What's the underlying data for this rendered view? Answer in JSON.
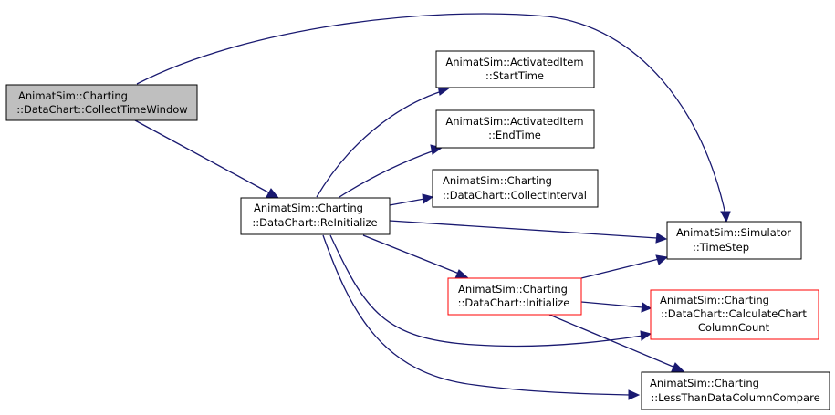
{
  "graph": {
    "colors": {
      "edge": "#191970",
      "root_fill": "#bfbfbf",
      "red_border": "#ff0000"
    },
    "nodes": {
      "collect_time_window": {
        "line1": "AnimatSim::Charting",
        "line2": "::DataChart::CollectTimeWindow"
      },
      "reinitialize": {
        "line1": "AnimatSim::Charting",
        "line2": "::DataChart::ReInitialize"
      },
      "start_time": {
        "line1": "AnimatSim::ActivatedItem",
        "line2": "::StartTime"
      },
      "end_time": {
        "line1": "AnimatSim::ActivatedItem",
        "line2": "::EndTime"
      },
      "collect_interval": {
        "line1": "AnimatSim::Charting",
        "line2": "::DataChart::CollectInterval"
      },
      "time_step": {
        "line1": "AnimatSim::Simulator",
        "line2": "::TimeStep"
      },
      "initialize": {
        "line1": "AnimatSim::Charting",
        "line2": "::DataChart::Initialize"
      },
      "calc_col_count": {
        "line1": "AnimatSim::Charting",
        "line2": "::DataChart::CalculateChart",
        "line3": "ColumnCount"
      },
      "less_than": {
        "line1": "AnimatSim::Charting",
        "line2": "::LessThanDataColumnCompare"
      }
    }
  }
}
